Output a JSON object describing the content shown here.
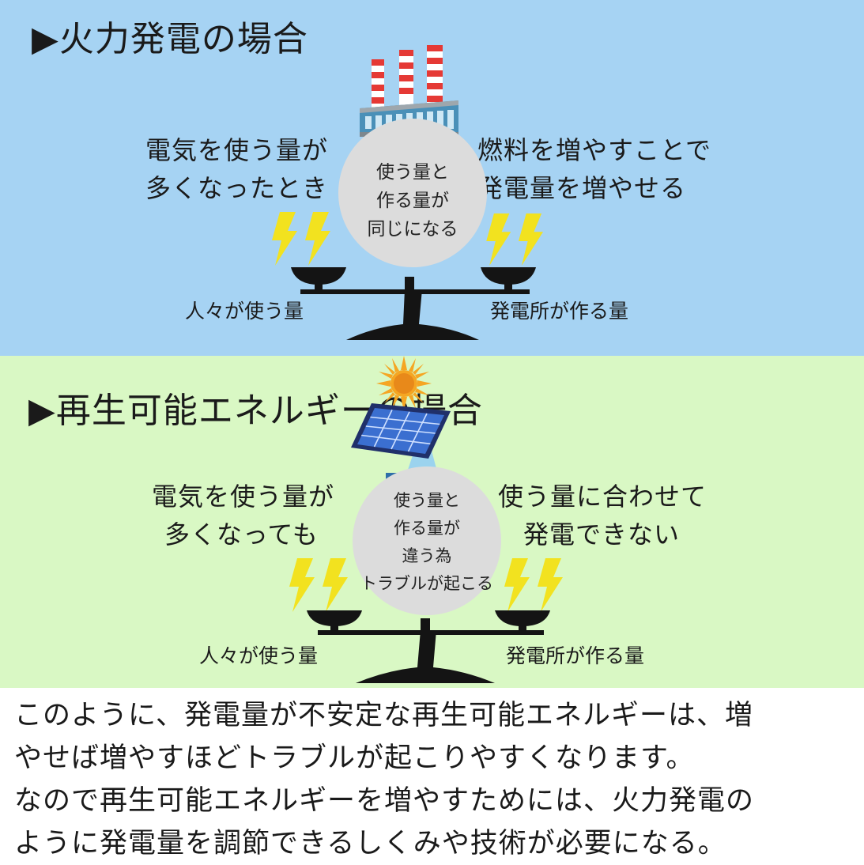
{
  "colors": {
    "top_background": "#a6d3f3",
    "middle_background": "#d9f8c4",
    "bottom_background": "#ffffff",
    "circle": "#dcdcdc",
    "lightning": "#f2e21f",
    "scale": "#141414"
  },
  "thermal": {
    "title": "▶火力発電の場合",
    "left_text": [
      "電気を使う量が",
      "多くなったとき"
    ],
    "right_text": [
      "燃料を増やすことで",
      "発電量を増やせる"
    ],
    "circle_text": [
      "使う量と",
      "作る量が",
      "同じになる"
    ],
    "scale_left_label": "人々が使う量",
    "scale_right_label": "発電所が作る量",
    "icon": "factory-icon"
  },
  "renewable": {
    "title": "▶再生可能エネルギーの場合",
    "left_text": [
      "電気を使う量が",
      "多くなっても"
    ],
    "right_text": [
      "使う量に合わせて",
      "発電できない"
    ],
    "circle_text": [
      "使う量と",
      "作る量が",
      "違う為",
      "トラブルが起こる"
    ],
    "scale_left_label": "人々が使う量",
    "scale_right_label": "発電所が作る量",
    "icon": "solar-panel-icon"
  },
  "summary": {
    "lines": [
      "このように、発電量が不安定な再生可能エネルギーは、増",
      "やせば増やすほどトラブルが起こりやすくなります。",
      "なので再生可能エネルギーを増やすためには、火力発電の",
      "ように発電量を調節できるしくみや技術が必要になる。"
    ]
  }
}
